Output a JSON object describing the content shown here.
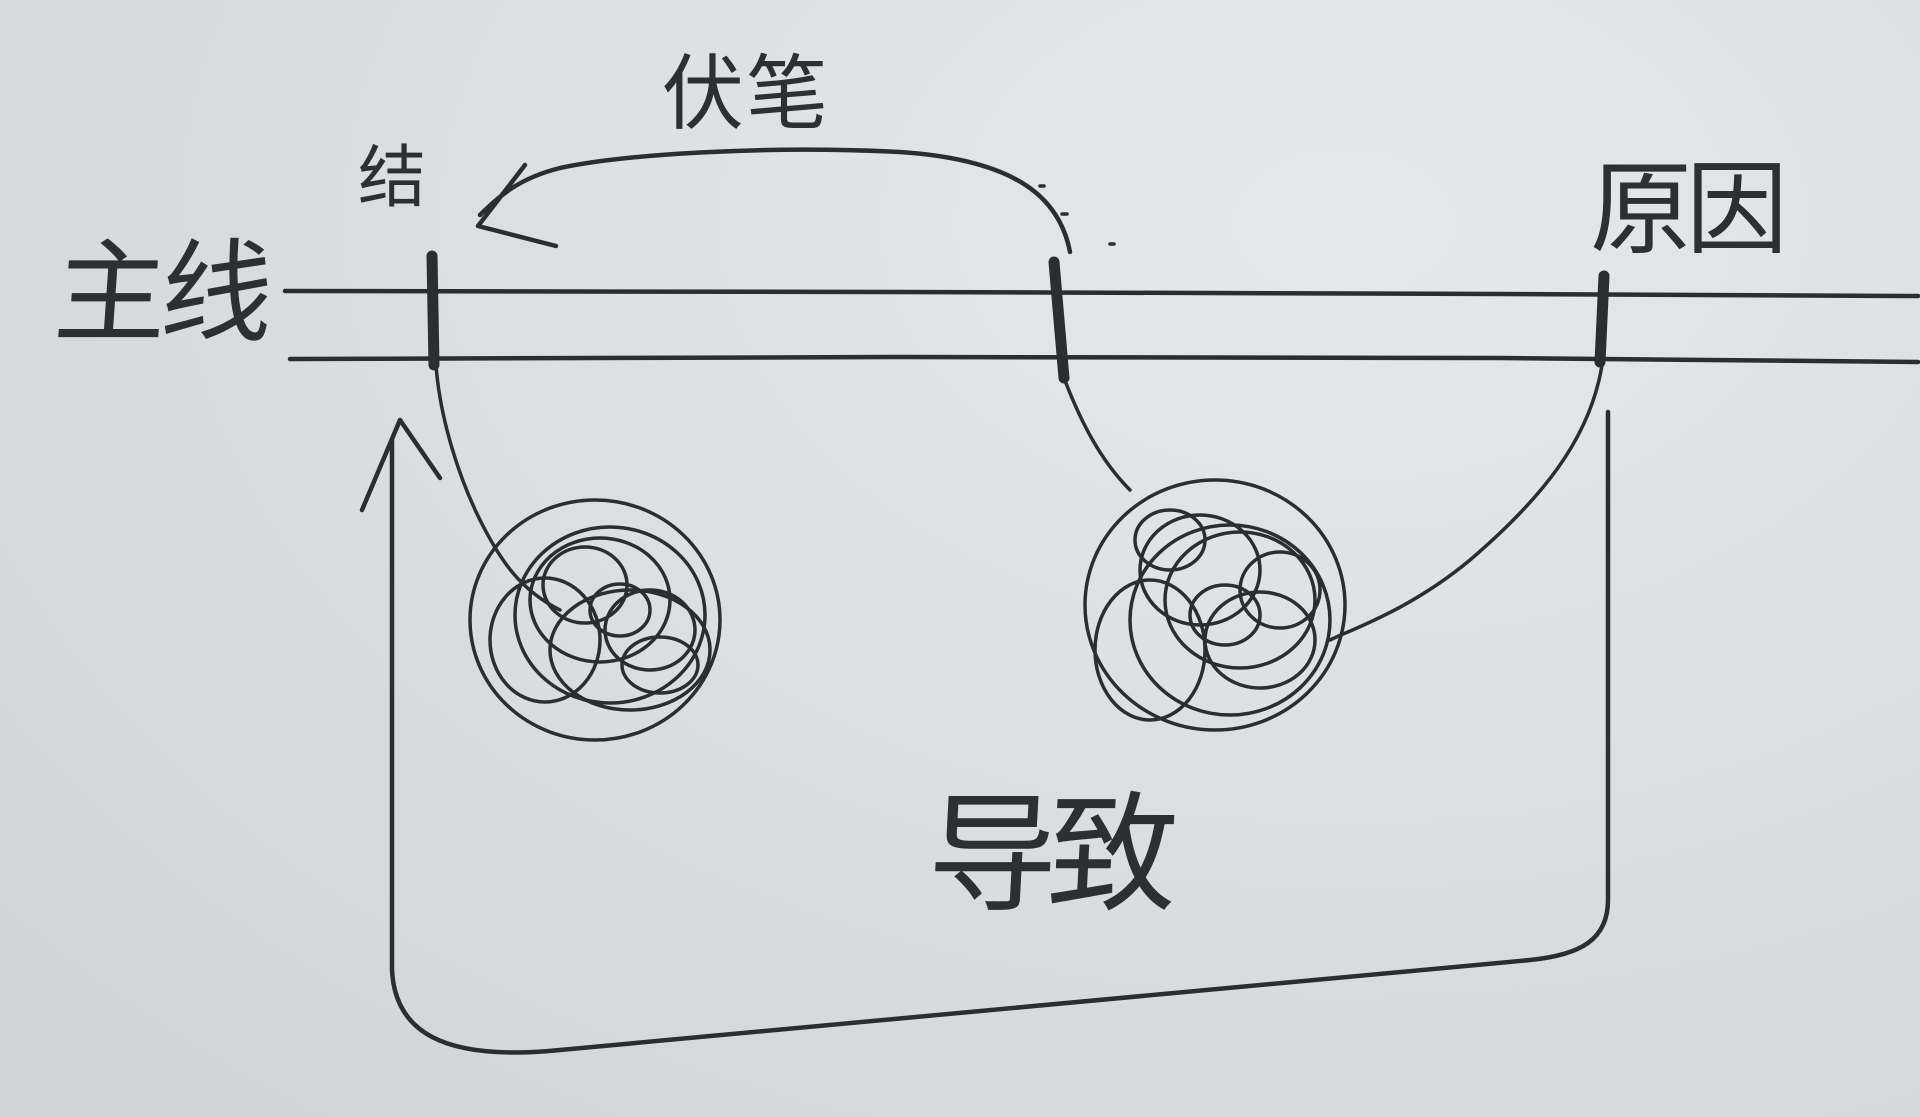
{
  "labels": {
    "main_line": "主线",
    "foreshadowing": "伏笔",
    "result": "结",
    "cause": "原因",
    "leads_to": "导致"
  }
}
